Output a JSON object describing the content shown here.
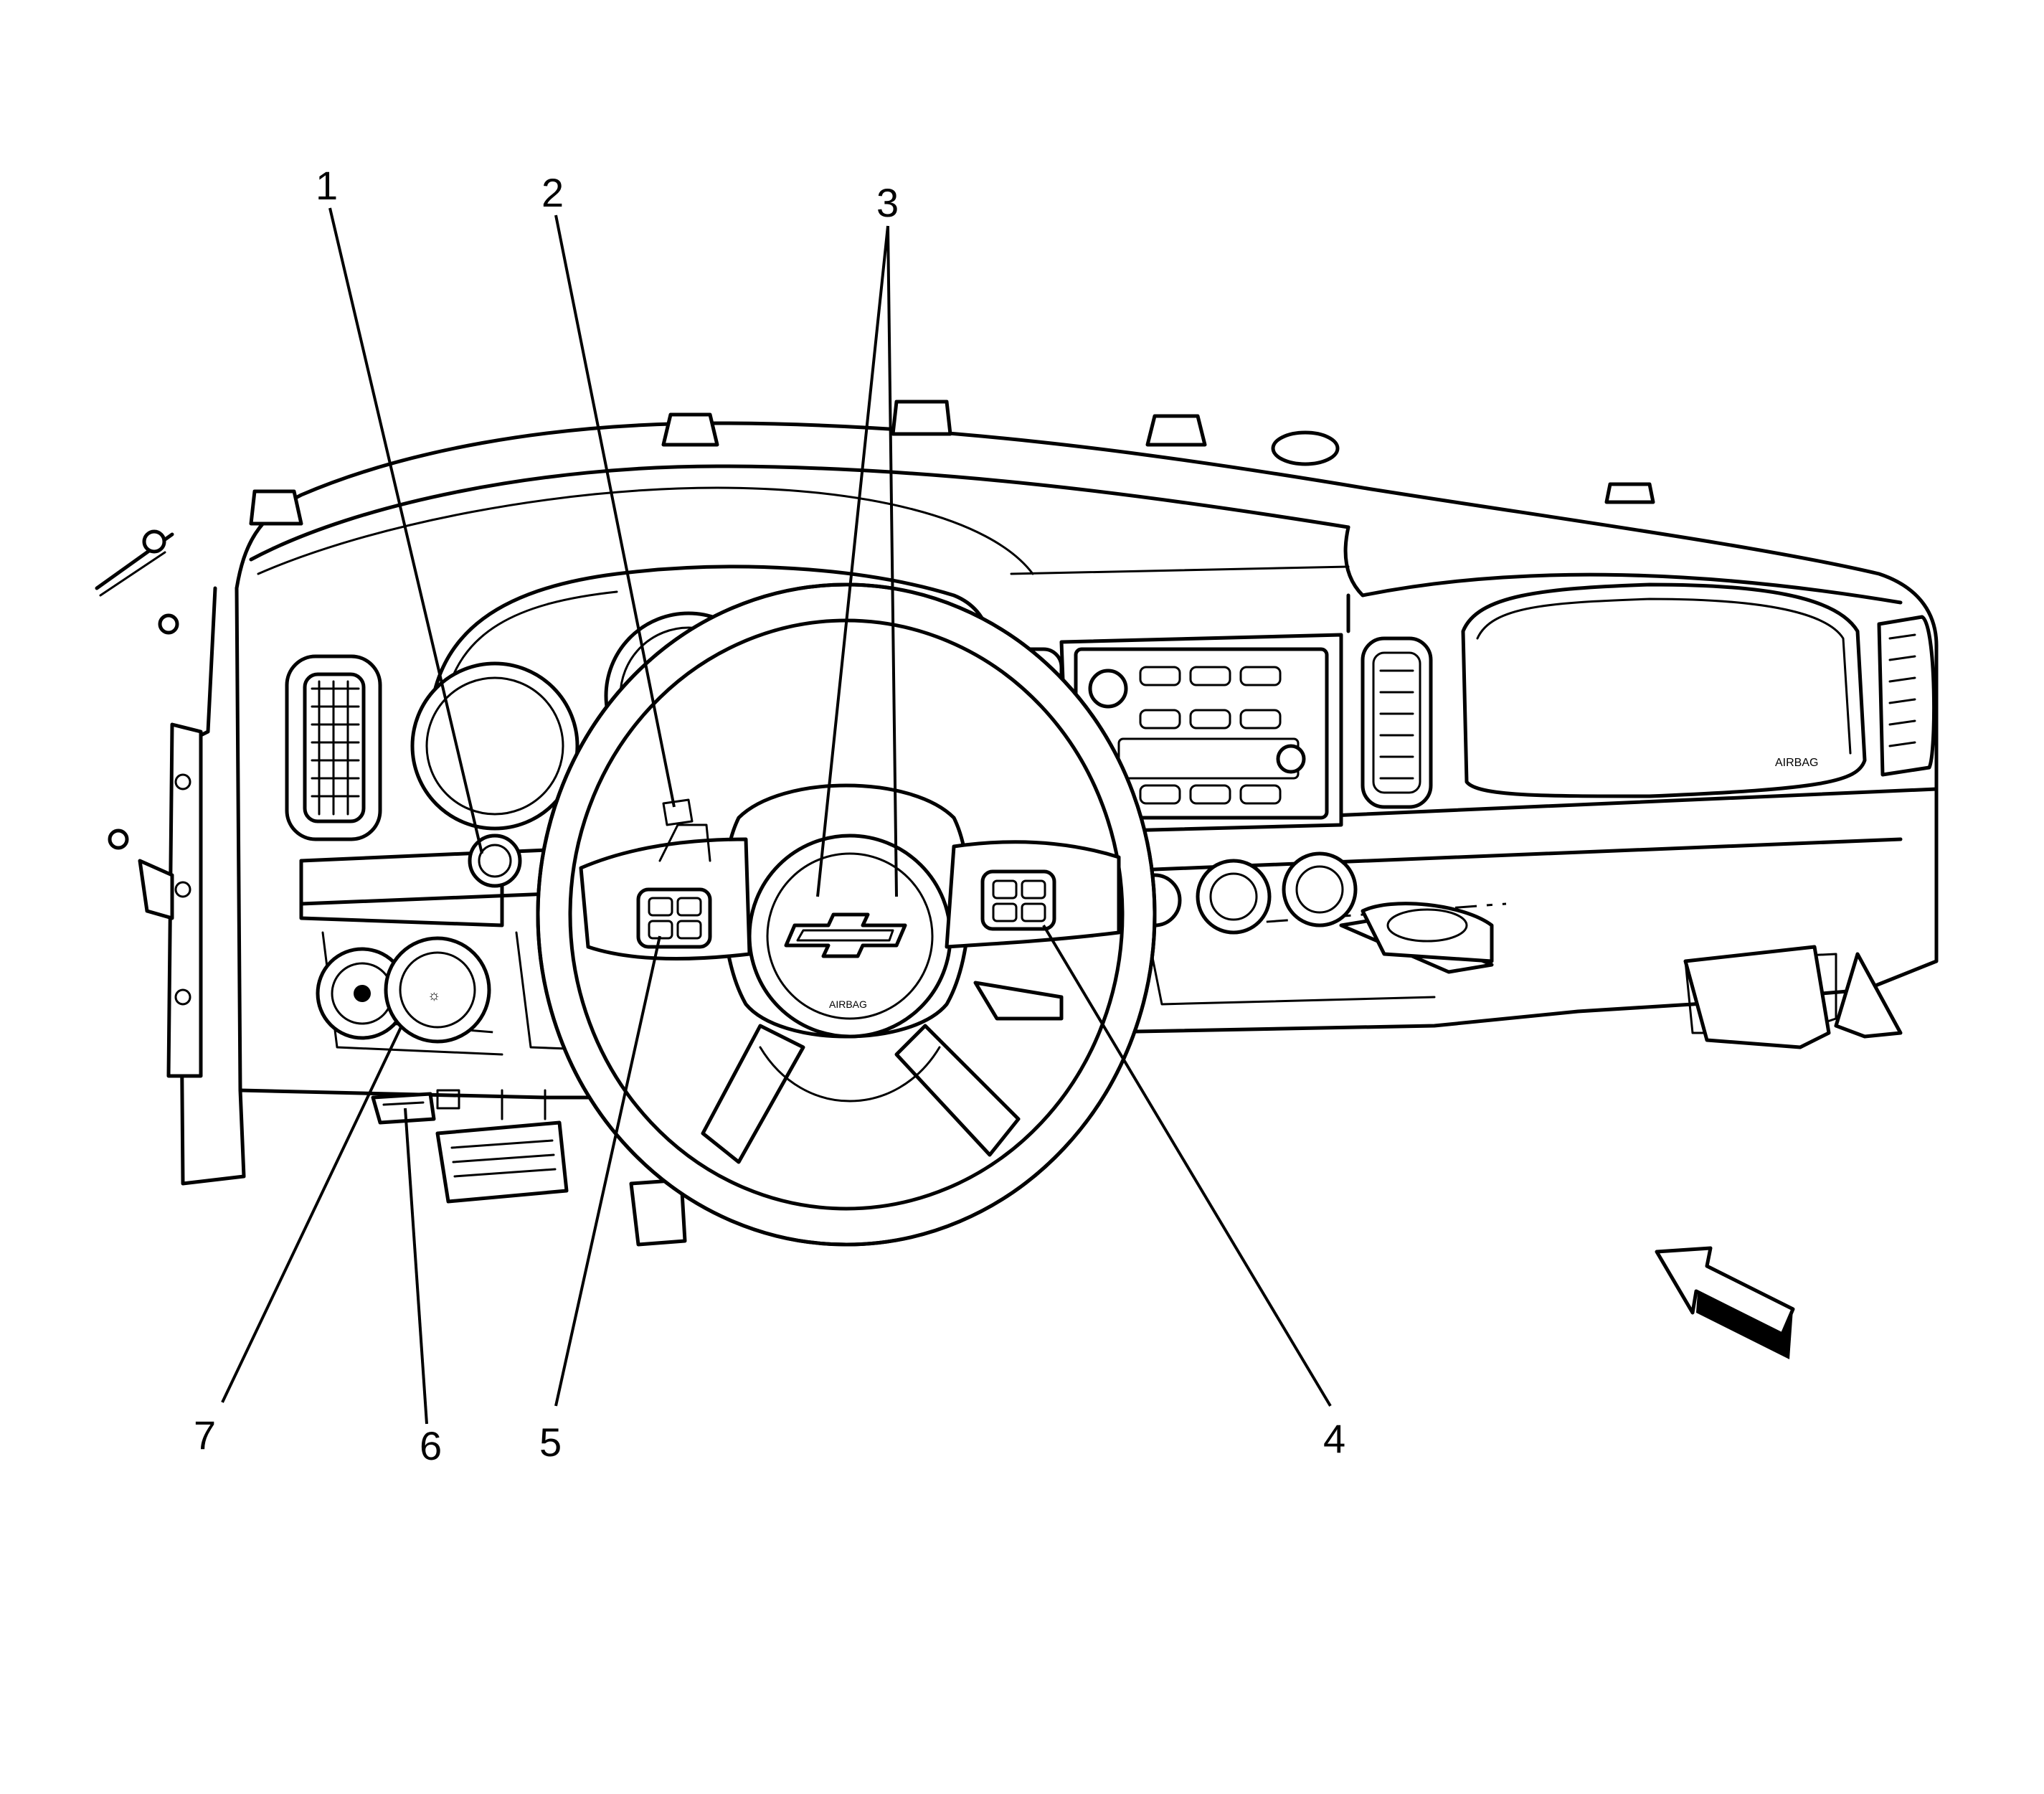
{
  "callouts": {
    "c1": "1",
    "c2": "2",
    "c3": "3",
    "c4": "4",
    "c5": "5",
    "c6": "6",
    "c7": "7"
  },
  "logo_text": {
    "airbag_wheel": "AIRBAG",
    "airbag_dash": "AIRBAG"
  },
  "colors": {
    "line": "#000000",
    "background": "#ffffff"
  },
  "view_arrow_icon": "view-direction-arrow-icon"
}
